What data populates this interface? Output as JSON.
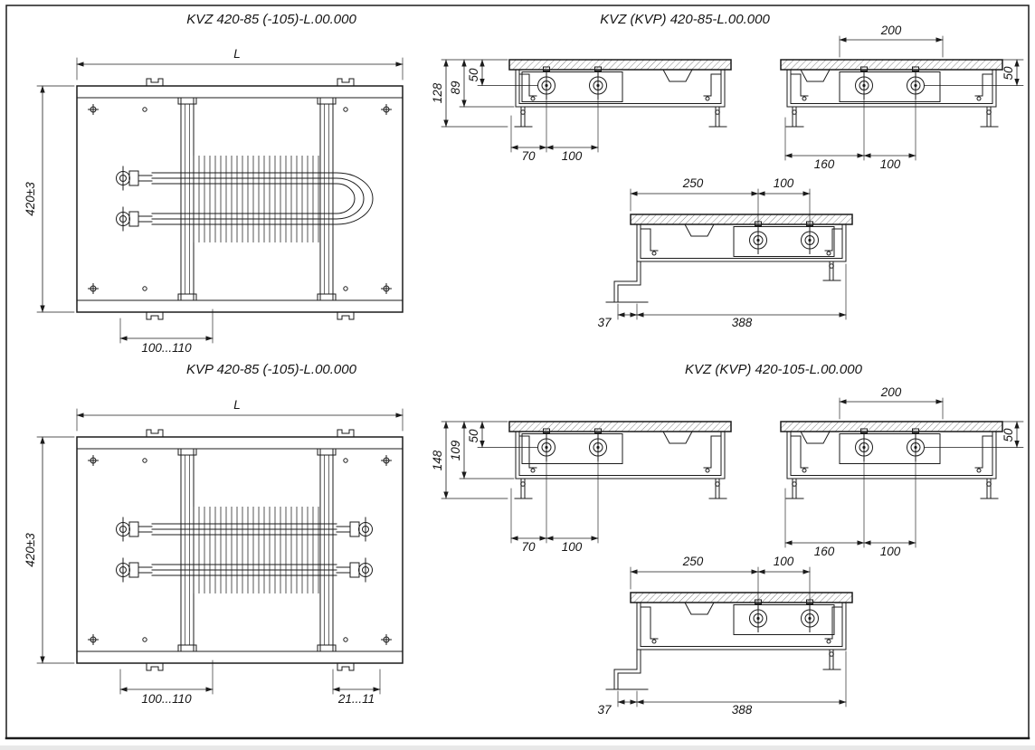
{
  "colors": {
    "line": "#1b1b1b",
    "background": "#ffffff"
  },
  "plans": {
    "kvz": {
      "title": "KVZ 420-85 (-105)-L.00.000",
      "dim_length": "L",
      "dim_height": "420±3",
      "dim_inlet": "100...110"
    },
    "kvp": {
      "title": "KVP 420-85 (-105)-L.00.000",
      "dim_length": "L",
      "dim_height": "420±3",
      "dim_inlet": "100...110",
      "dim_vent": "21...11"
    }
  },
  "sections": {
    "h85": {
      "title": "KVZ (KVP) 420-85-L.00.000",
      "front": {
        "h_total": "128",
        "h_body": "89",
        "h_axis": "50",
        "d_offset": "70",
        "d_pitch": "100"
      },
      "side": {
        "d_top": "200",
        "h_axis": "50",
        "d_offset": "160",
        "d_pitch": "100"
      },
      "bottom": {
        "d_left": "250",
        "d_pitch": "100",
        "d_foot": "37",
        "d_base": "388"
      }
    },
    "h105": {
      "title": "KVZ (KVP) 420-105-L.00.000",
      "front": {
        "h_total": "148",
        "h_body": "109",
        "h_axis": "50",
        "d_offset": "70",
        "d_pitch": "100"
      },
      "side": {
        "d_top": "200",
        "h_axis": "50",
        "d_offset": "160",
        "d_pitch": "100"
      },
      "bottom": {
        "d_left": "250",
        "d_pitch": "100",
        "d_foot": "37",
        "d_base": "388"
      }
    }
  }
}
